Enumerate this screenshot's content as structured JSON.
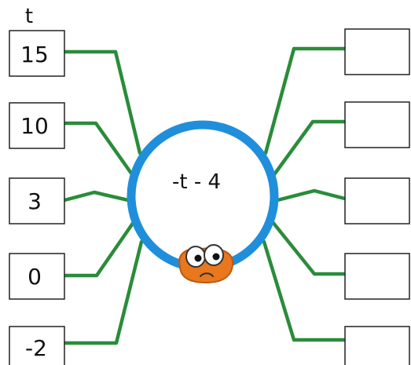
{
  "variable_label": "t",
  "expression": "-t - 4",
  "inputs": [
    "15",
    "10",
    "3",
    "0",
    "-2"
  ],
  "outputs": [
    "",
    "",
    "",
    "",
    ""
  ],
  "colors": {
    "leg": "#2a8c3a",
    "ring": "#1f8fdc",
    "bug_body": "#e8771e",
    "box_border": "#222222"
  },
  "icons": {
    "bug": "worried-bug-face-icon"
  }
}
